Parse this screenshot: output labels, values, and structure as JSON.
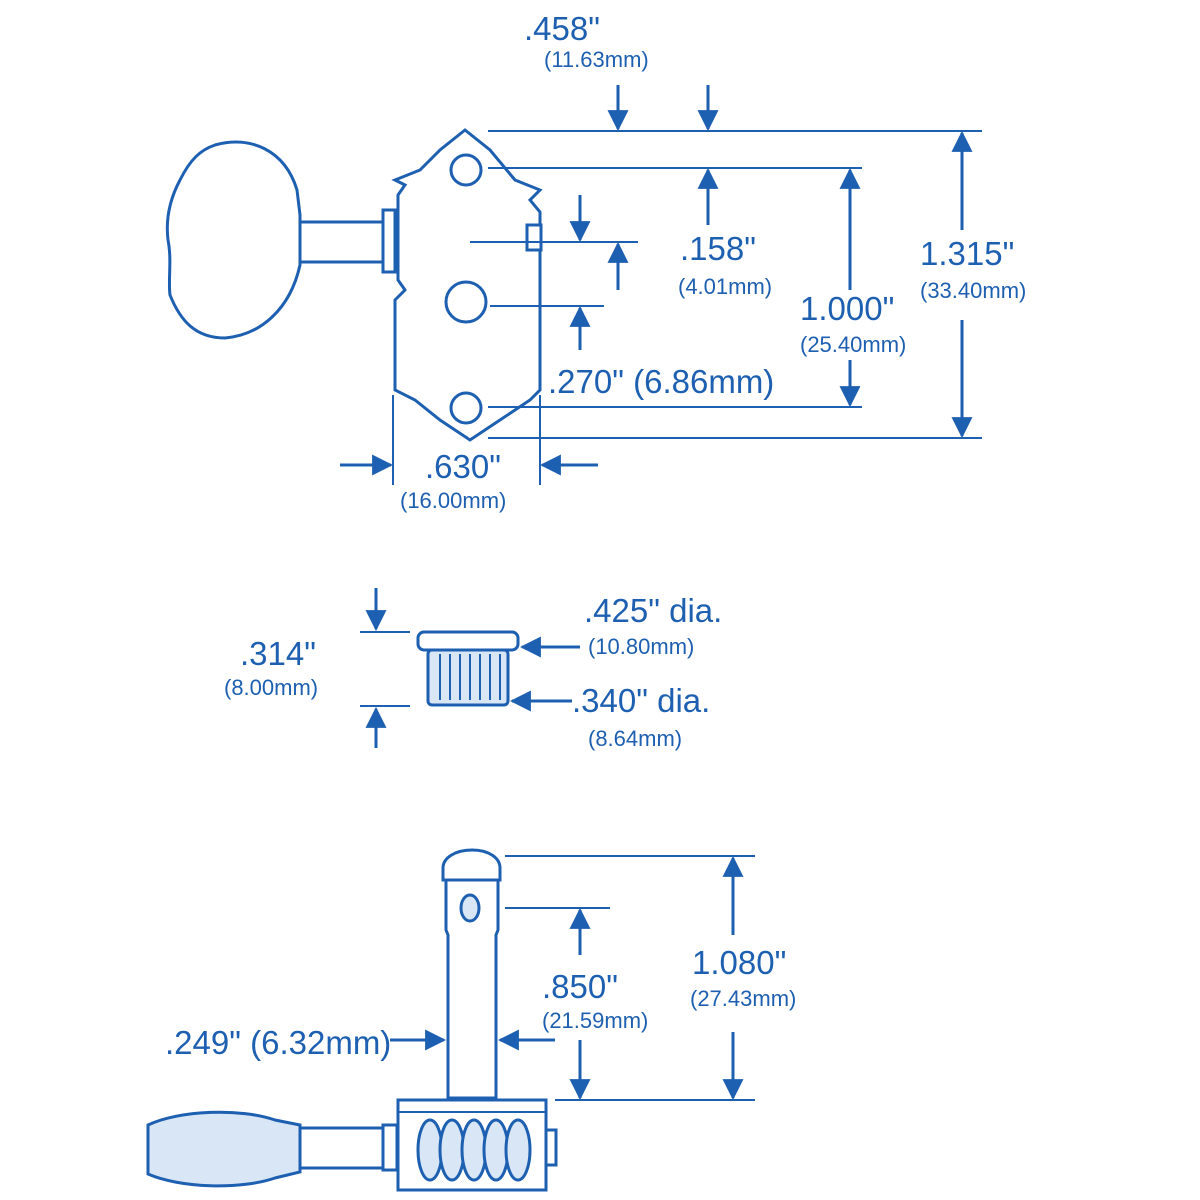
{
  "top_view": {
    "width_top": {
      "inch": ".458\"",
      "mm": "(11.63mm)"
    },
    "hole_offset": {
      "inch": ".158\"",
      "mm": "(4.01mm)"
    },
    "hole_span": {
      "inch": "1.000\"",
      "mm": "(25.40mm)"
    },
    "total_height": {
      "inch": "1.315\"",
      "mm": "(33.40mm)"
    },
    "post_offset": {
      "label": ".270\" (6.86mm)"
    },
    "plate_width": {
      "inch": ".630\"",
      "mm": "(16.00mm)"
    }
  },
  "bushing": {
    "height": {
      "inch": ".314\"",
      "mm": "(8.00mm)"
    },
    "top_dia": {
      "inch": ".425\" dia.",
      "mm": "(10.80mm)"
    },
    "bottom_dia": {
      "inch": ".340\" dia.",
      "mm": "(8.64mm)"
    }
  },
  "side_view": {
    "post_height": {
      "inch": "1.080\"",
      "mm": "(27.43mm)"
    },
    "hole_height": {
      "inch": ".850\"",
      "mm": "(21.59mm)"
    },
    "post_dia": {
      "label": ".249\" (6.32mm)"
    }
  },
  "colors": {
    "ink": "#1d5fb0",
    "fill": "#d9e6f5"
  }
}
